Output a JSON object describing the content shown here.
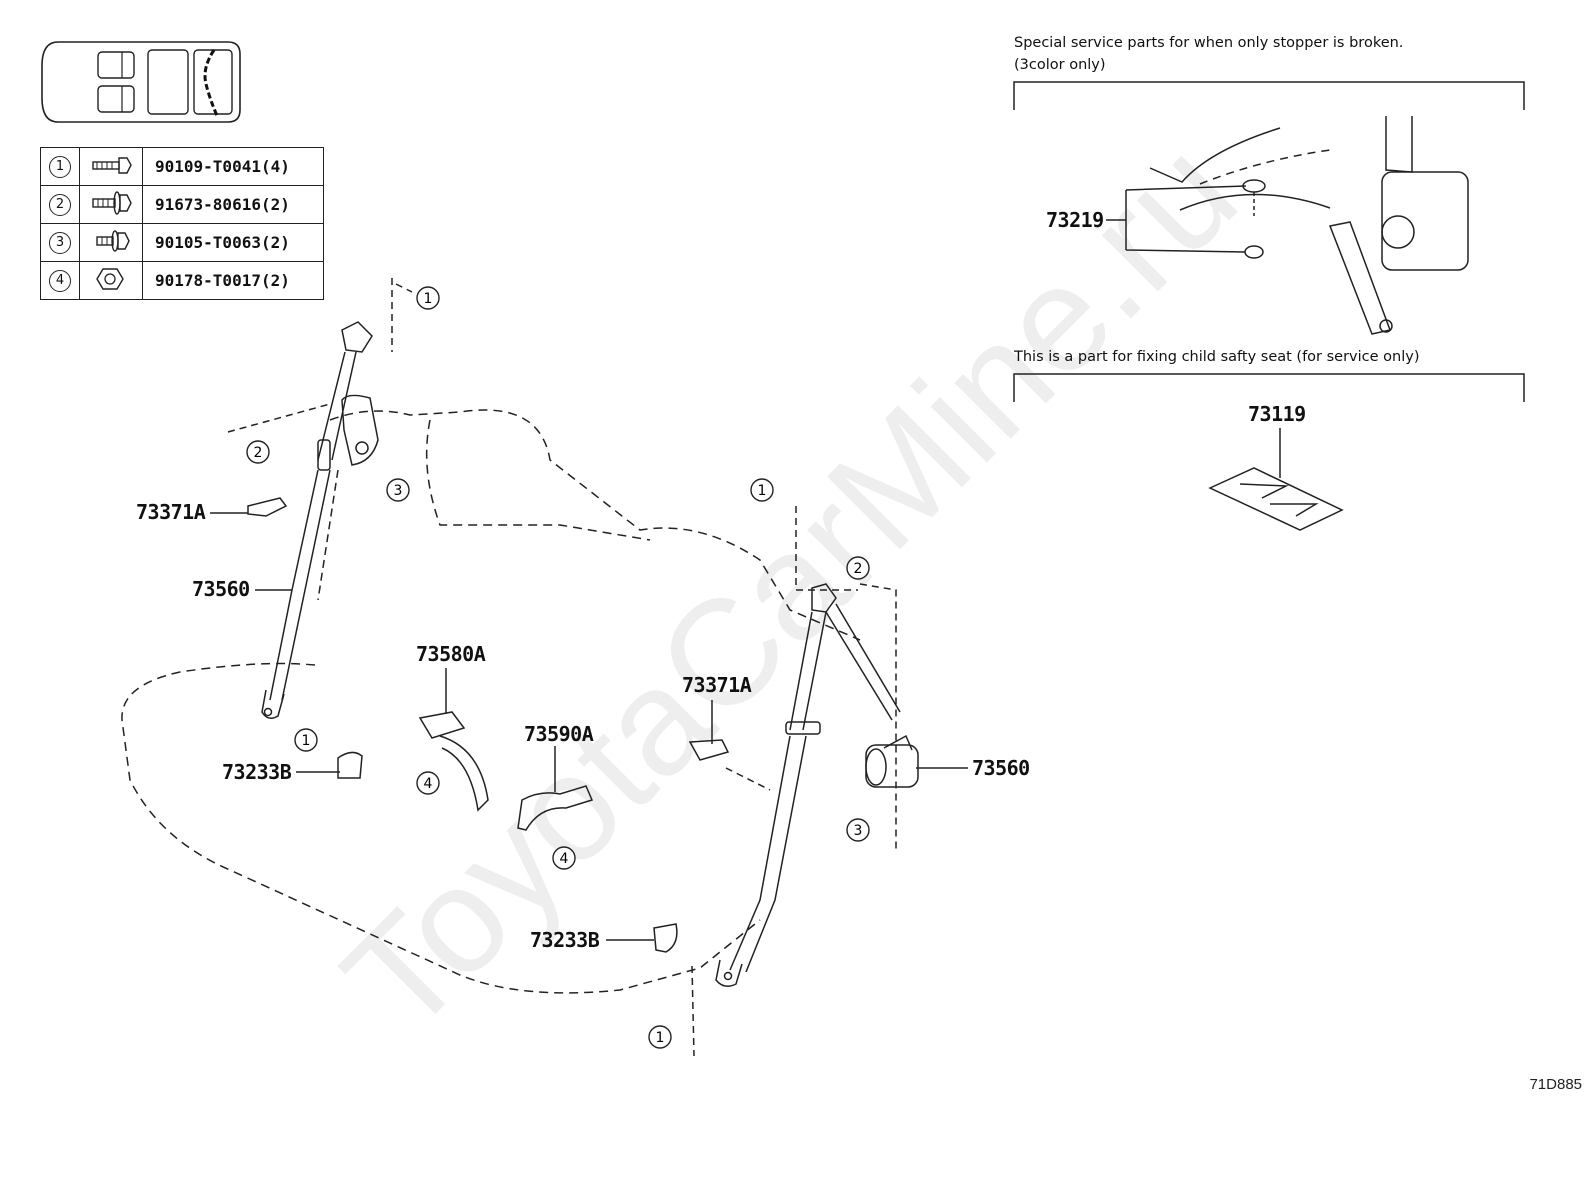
{
  "legend": {
    "rows": [
      {
        "num": "1",
        "icon": "bolt-long-icon",
        "part": "90109-T0041(4)"
      },
      {
        "num": "2",
        "icon": "bolt-flange-icon",
        "part": "91673-80616(2)"
      },
      {
        "num": "3",
        "icon": "bolt-short-icon",
        "part": "90105-T0063(2)"
      },
      {
        "num": "4",
        "icon": "nut-icon",
        "part": "90178-T0017(2)"
      }
    ]
  },
  "callouts": {
    "c73371a_left": "73371A",
    "c73560_left": "73560",
    "c73233b_left": "73233B",
    "c73580a": "73580A",
    "c73590a": "73590A",
    "c73371a_right": "73371A",
    "c73560_right": "73560",
    "c73233b_bottom": "73233B",
    "c73219": "73219",
    "c73119": "73119"
  },
  "notes": {
    "special_line1": "Special service parts for when only stopper is broken.",
    "special_line2": "(3color only)",
    "child_seat": "This is a part for fixing child safty seat (for service only)"
  },
  "marker_labels": [
    "1",
    "2",
    "3",
    "4"
  ],
  "diagram_code": "71D885",
  "watermark": "ToyotaCarMine.ru"
}
